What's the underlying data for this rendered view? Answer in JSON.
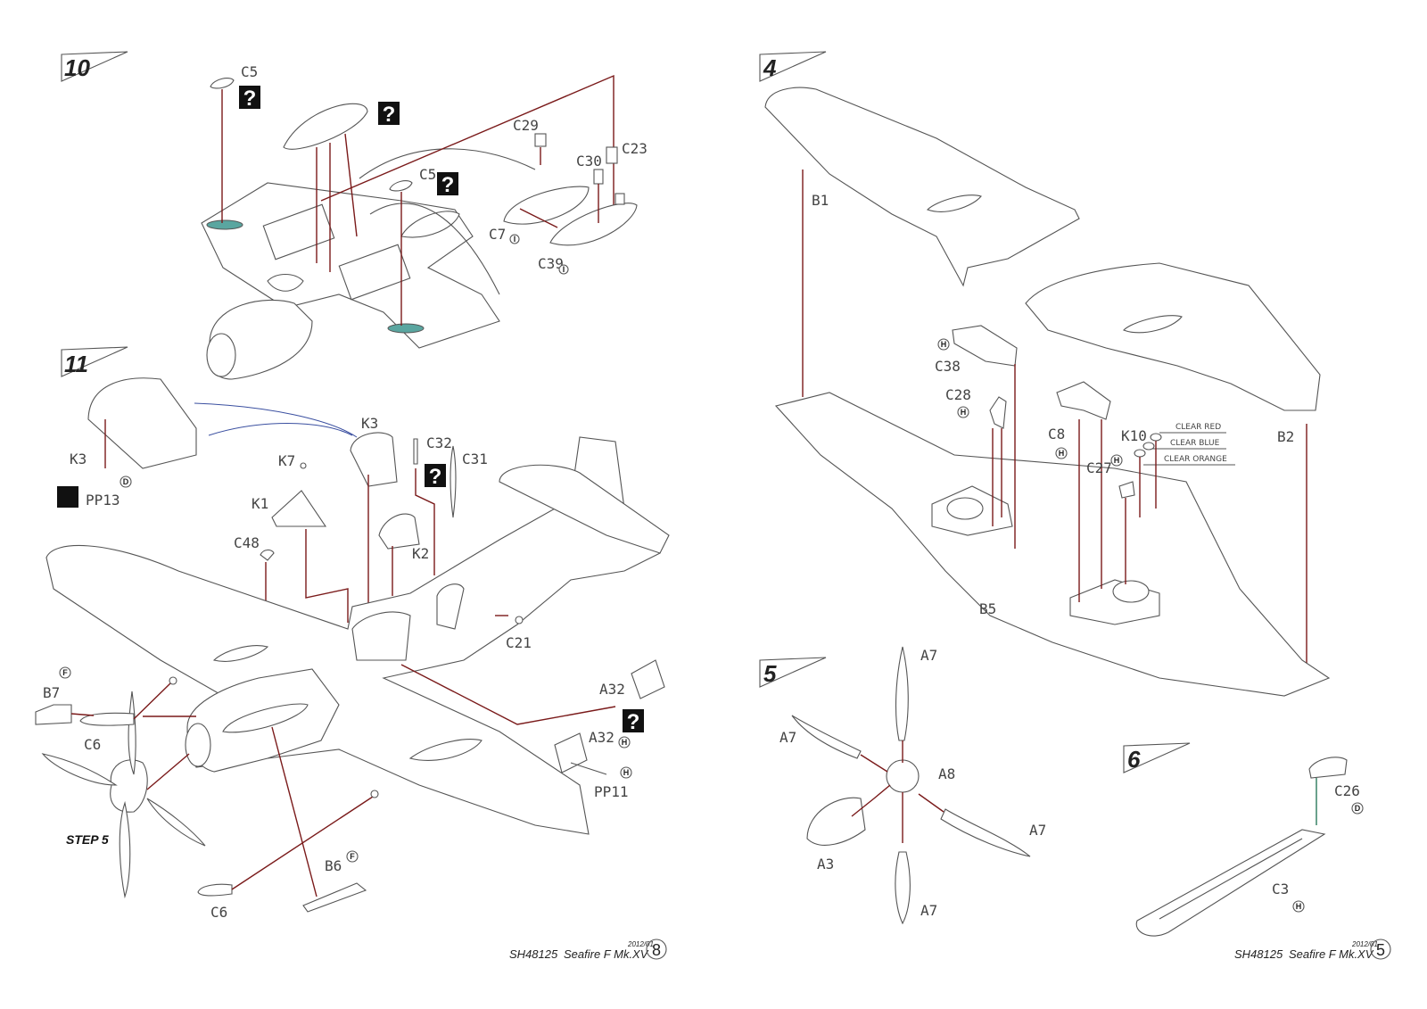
{
  "steps": {
    "s10": "10",
    "s11": "11",
    "s4": "4",
    "s5": "5",
    "s6": "6"
  },
  "labels": {
    "C5a": "C5",
    "C5b": "C5",
    "C29": "C29",
    "C30": "C30",
    "C23": "C23",
    "C7": "C7",
    "C39": "C39",
    "K3a": "K3",
    "K3b": "K3",
    "PP13": "PP13",
    "K7": "K7",
    "K1": "K1",
    "C32": "C32",
    "C31": "C31",
    "K2": "K2",
    "C48": "C48",
    "C21": "C21",
    "B7": "B7",
    "C6a": "C6",
    "C6b": "C6",
    "A32a": "A32",
    "A32b": "A32",
    "PP11": "PP11",
    "B6": "B6",
    "B1": "B1",
    "B2": "B2",
    "B5": "B5",
    "C38": "C38",
    "C28": "C28",
    "C8": "C8",
    "K10": "K10",
    "C27": "C27",
    "A7a": "A7",
    "A7b": "A7",
    "A7c": "A7",
    "A7d": "A7",
    "A8": "A8",
    "A3": "A3",
    "C26": "C26",
    "C3": "C3"
  },
  "colors_note": {
    "clear_red": "CLEAR RED",
    "clear_blue": "CLEAR BLUE",
    "clear_orange": "CLEAR ORANGE"
  },
  "step_note": "STEP 5",
  "paint_codes": {
    "I": "I",
    "H": "H",
    "D": "D",
    "F": "F"
  },
  "question_mark": "?",
  "footer_left": {
    "code": "SH48125",
    "name": "Seafire F Mk.XV",
    "date": "2012/01",
    "page": "8"
  },
  "footer_right": {
    "code": "SH48125",
    "name": "Seafire F Mk.XV",
    "date": "2012/01",
    "page": "5"
  },
  "colors": {
    "arrow": "#7a1a1a",
    "blue_line": "#3a4fa0",
    "teal_part": "#5aa6a0"
  }
}
